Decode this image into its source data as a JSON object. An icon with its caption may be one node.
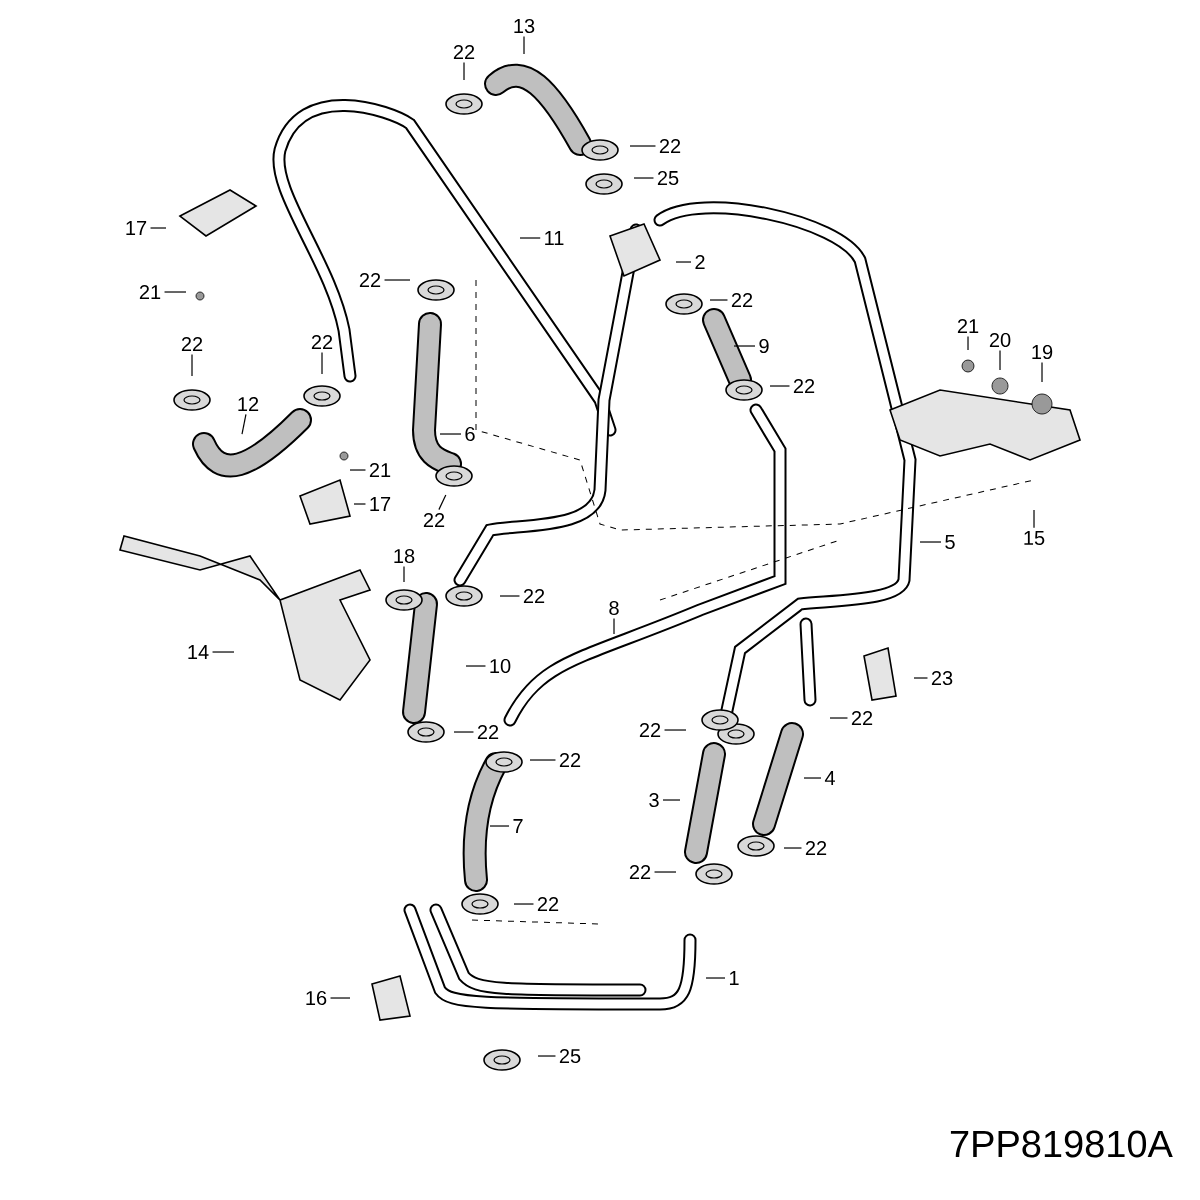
{
  "diagram": {
    "nodes": [
      {
        "text": [
          "13"
        ]
      },
      {
        "text": [
          "22"
        ]
      },
      {
        "text": [
          "22"
        ]
      },
      {
        "text": [
          "25"
        ]
      },
      {
        "text": [
          "17"
        ]
      },
      {
        "text": [
          "11"
        ]
      },
      {
        "text": [
          "2"
        ]
      },
      {
        "text": [
          "21"
        ]
      },
      {
        "text": [
          "22"
        ]
      },
      {
        "text": [
          "22"
        ]
      },
      {
        "text": [
          "9"
        ]
      },
      {
        "text": [
          "22"
        ]
      },
      {
        "text": [
          "22"
        ]
      },
      {
        "text": [
          "22"
        ]
      },
      {
        "text": [
          "21"
        ]
      },
      {
        "text": [
          "20"
        ]
      },
      {
        "text": [
          "19"
        ]
      },
      {
        "text": [
          "12"
        ]
      },
      {
        "text": [
          "6"
        ]
      },
      {
        "text": [
          "21"
        ]
      },
      {
        "text": [
          "17"
        ]
      },
      {
        "text": [
          "22"
        ]
      },
      {
        "text": [
          "5"
        ]
      },
      {
        "text": [
          "15"
        ]
      },
      {
        "text": [
          "18"
        ]
      },
      {
        "text": [
          "22"
        ]
      },
      {
        "text": [
          "8"
        ]
      },
      {
        "text": [
          "14"
        ]
      },
      {
        "text": [
          "10"
        ]
      },
      {
        "text": [
          "22"
        ]
      },
      {
        "text": [
          "23"
        ]
      },
      {
        "text": [
          "22"
        ]
      },
      {
        "text": [
          "22"
        ]
      },
      {
        "text": [
          "22"
        ]
      },
      {
        "text": [
          "4"
        ]
      },
      {
        "text": [
          "7"
        ]
      },
      {
        "text": [
          "3"
        ]
      },
      {
        "text": [
          "22"
        ]
      },
      {
        "text": [
          "22"
        ]
      },
      {
        "text": [
          "22"
        ]
      },
      {
        "text": [
          "16"
        ]
      },
      {
        "text": [
          "1"
        ]
      },
      {
        "text": [
          "25"
        ]
      }
    ],
    "edges": [
      {
        "from": 0,
        "to": null,
        "arrow": "none"
      },
      {
        "from": 1,
        "to": null,
        "arrow": "none"
      },
      {
        "from": 2,
        "to": null,
        "arrow": "none"
      },
      {
        "from": 3,
        "to": null,
        "arrow": "none"
      },
      {
        "from": 4,
        "to": null,
        "arrow": "none"
      },
      {
        "from": 5,
        "to": null,
        "arrow": "none"
      },
      {
        "from": 6,
        "to": null,
        "arrow": "none"
      },
      {
        "from": 7,
        "to": null,
        "arrow": "none"
      },
      {
        "from": 8,
        "to": null,
        "arrow": "none"
      },
      {
        "from": 9,
        "to": null,
        "arrow": "none"
      },
      {
        "from": 10,
        "to": null,
        "arrow": "none"
      },
      {
        "from": 11,
        "to": null,
        "arrow": "none"
      },
      {
        "from": 12,
        "to": null,
        "arrow": "none"
      },
      {
        "from": 13,
        "to": null,
        "arrow": "none"
      },
      {
        "from": 14,
        "to": null,
        "arrow": "none"
      },
      {
        "from": 15,
        "to": null,
        "arrow": "none"
      },
      {
        "from": 16,
        "to": null,
        "arrow": "none"
      },
      {
        "from": 17,
        "to": null,
        "arrow": "none"
      },
      {
        "from": 18,
        "to": null,
        "arrow": "none"
      },
      {
        "from": 19,
        "to": null,
        "arrow": "none"
      },
      {
        "from": 20,
        "to": null,
        "arrow": "none"
      },
      {
        "from": 21,
        "to": null,
        "arrow": "none"
      },
      {
        "from": 22,
        "to": null,
        "arrow": "none"
      },
      {
        "from": 23,
        "to": null,
        "arrow": "none"
      },
      {
        "from": 24,
        "to": null,
        "arrow": "none"
      },
      {
        "from": 25,
        "to": null,
        "arrow": "none"
      },
      {
        "from": 26,
        "to": null,
        "arrow": "none"
      },
      {
        "from": 27,
        "to": null,
        "arrow": "none"
      },
      {
        "from": 28,
        "to": null,
        "arrow": "none"
      },
      {
        "from": 29,
        "to": null,
        "arrow": "none"
      },
      {
        "from": 30,
        "to": null,
        "arrow": "none"
      },
      {
        "from": 31,
        "to": null,
        "arrow": "none"
      },
      {
        "from": 32,
        "to": null,
        "arrow": "none"
      },
      {
        "from": 33,
        "to": null,
        "arrow": "none"
      },
      {
        "from": 34,
        "to": null,
        "arrow": "none"
      },
      {
        "from": 35,
        "to": null,
        "arrow": "none"
      },
      {
        "from": 36,
        "to": null,
        "arrow": "none"
      },
      {
        "from": 37,
        "to": null,
        "arrow": "none"
      },
      {
        "from": 38,
        "to": null,
        "arrow": "none"
      },
      {
        "from": 39,
        "to": null,
        "arrow": "none"
      },
      {
        "from": 40,
        "to": null,
        "arrow": "none"
      },
      {
        "from": 41,
        "to": null,
        "arrow": "none"
      },
      {
        "from": 42,
        "to": null,
        "arrow": "none"
      }
    ],
    "labels": [
      "7PP819810A"
    ]
  }
}
